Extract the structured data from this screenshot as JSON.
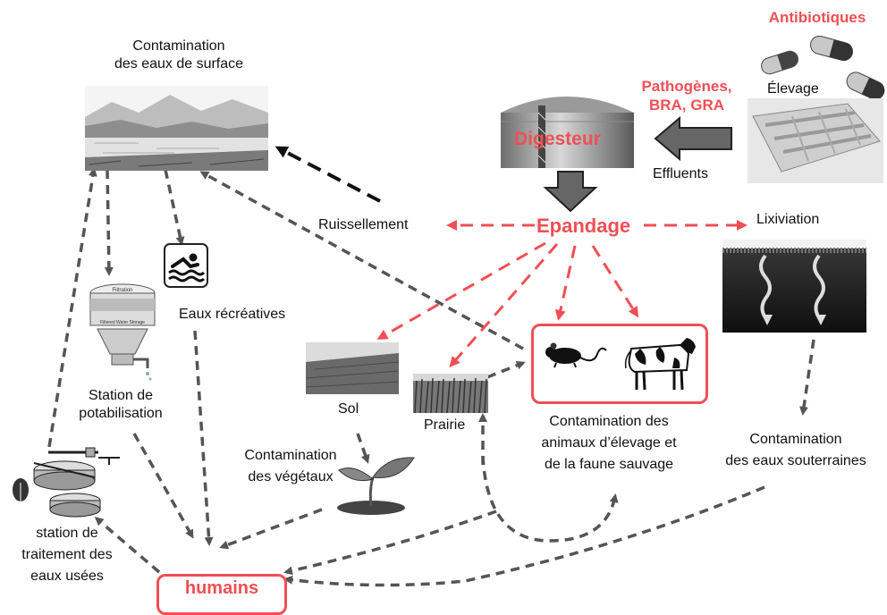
{
  "diagram": {
    "labels": {
      "surface_water": "Contamination\ndes eaux de surface",
      "antibiotics": "Antibiotiques",
      "livestock": "Élevage",
      "pathogens": "Pathogènes,\nBRA, GRA",
      "digester": "Digesteur",
      "effluents": "Effluents",
      "runoff": "Ruissellement",
      "spreading": "Epandage",
      "leaching": "Lixiviation",
      "recreational_water": "Eaux récréatives",
      "potabilisation": "Station de\npotabilisation",
      "soil": "Sol",
      "meadow": "Prairie",
      "animals": "Contamination des\nanimaux d’élevage et\nde la faune sauvage",
      "groundwater": "Contamination\ndes eaux souterraines",
      "plants": "Contamination\ndes végétaux",
      "wastewater": "station de\ntraitement des\neaux usées",
      "humans": "humains"
    },
    "water_plant_labels": {
      "filtration": "Filtration",
      "storage": "Filtered Water Storage"
    },
    "colors": {
      "accent_red": "#ef4f55",
      "arrow_grey": "#555555",
      "arrow_black": "#111111",
      "text": "#111111"
    },
    "icons": [
      "capsule-icon",
      "farm-building-icon",
      "digester-tank-icon",
      "lake-landscape-icon",
      "swimmer-icon",
      "water-treatment-icon",
      "soil-field-icon",
      "grass-icon",
      "mouse-icon",
      "cow-icon",
      "leaching-soil-icon",
      "seedling-icon",
      "wastewater-plant-icon"
    ]
  }
}
